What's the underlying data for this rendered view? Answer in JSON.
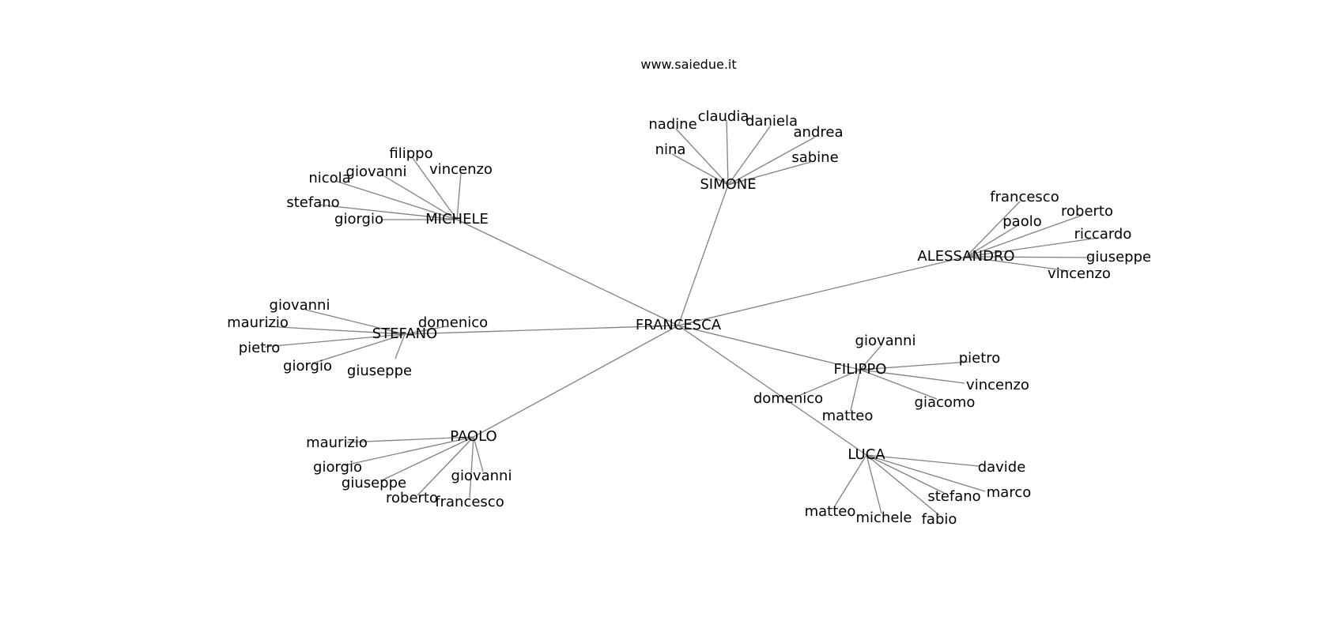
{
  "title": "www.saiedue.it",
  "graph": {
    "center": "FRANCESCA",
    "hubs": [
      {
        "name": "SIMONE",
        "leaves": [
          "nadine",
          "claudia",
          "daniela",
          "andrea",
          "nina",
          "sabine"
        ]
      },
      {
        "name": "MICHELE",
        "leaves": [
          "filippo",
          "giovanni",
          "vincenzo",
          "nicola",
          "stefano",
          "giorgio"
        ]
      },
      {
        "name": "ALESSANDRO",
        "leaves": [
          "francesco",
          "paolo",
          "roberto",
          "riccardo",
          "giuseppe",
          "vincenzo"
        ]
      },
      {
        "name": "STEFANO",
        "leaves": [
          "giovanni",
          "maurizio",
          "domenico",
          "pietro",
          "giorgio",
          "giuseppe"
        ]
      },
      {
        "name": "FILIPPO",
        "leaves": [
          "giovanni",
          "pietro",
          "vincenzo",
          "domenico",
          "giacomo",
          "matteo"
        ]
      },
      {
        "name": "PAOLO",
        "leaves": [
          "maurizio",
          "giorgio",
          "giuseppe",
          "giovanni",
          "roberto",
          "francesco"
        ]
      },
      {
        "name": "LUCA",
        "leaves": [
          "davide",
          "marco",
          "stefano",
          "matteo",
          "michele",
          "fabio"
        ]
      }
    ]
  }
}
